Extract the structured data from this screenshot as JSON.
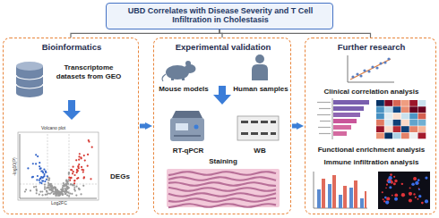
{
  "diagram": {
    "nodes": [
      {
        "text": [
          "UBD Correlates with Disease Severity and T Cell Infiltration in Cholestasis"
        ]
      },
      {
        "text": [
          "Bioinformatics",
          "Transcriptome datasets from GEO",
          "DEGs"
        ]
      },
      {
        "text": [
          "Experimental validation",
          "Mouse models",
          "Human samples",
          "RT-qPCR",
          "WB",
          "Staining"
        ]
      },
      {
        "text": [
          "Further research",
          "Clinical correlation analysis",
          "Functional enrichment analysis",
          "Immune infiltration analysis"
        ]
      }
    ],
    "edges": [
      {
        "from": 0,
        "to": 1,
        "arrow": "none"
      },
      {
        "from": 0,
        "to": 2,
        "arrow": "none"
      },
      {
        "from": 0,
        "to": 3,
        "arrow": "none"
      },
      {
        "from": 1,
        "to": 2,
        "arrow": "to"
      },
      {
        "from": 2,
        "to": 3,
        "arrow": "to"
      }
    ],
    "labels": [
      "Volcano plot",
      "Log2FC",
      "-log10(P)"
    ]
  }
}
